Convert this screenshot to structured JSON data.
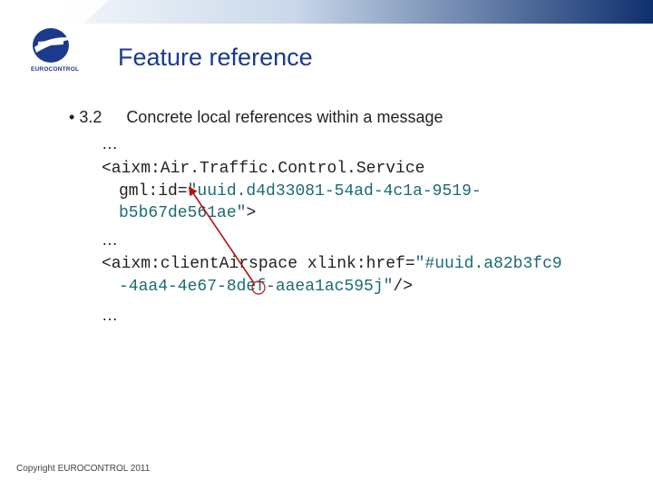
{
  "slide": {
    "title": "Feature reference",
    "logo_text": "EUROCONTROL",
    "bullet_number": "3.2",
    "bullet_text": "Concrete local references within a message",
    "ellipsis": "…",
    "line1_tag": "<aixm:Air.Traffic.Control.Service",
    "line2_attr": "gml:id=",
    "line2_value": "\"uuid.d4d33081-54ad-4c1a-9519-",
    "line3_value": "b5b67de561ae\"",
    "line3_end": ">",
    "line4_tag": "<aixm:clientAirspace xlink:href=",
    "line4_value": "\"#uuid.a82b3fc9",
    "line5_value": "-4aa4-4e67-8def-aaea1ac595j\"",
    "line5_end": "/>",
    "copyright": "Copyright EUROCONTROL 2011"
  },
  "colors": {
    "brand_blue": "#1b3a8c",
    "value_teal": "#1a6b70",
    "arrow_red": "#b01515"
  }
}
